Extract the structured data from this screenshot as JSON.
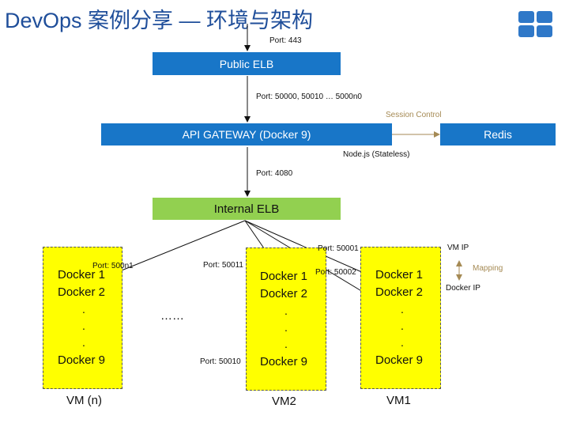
{
  "title": "DevOps 案例分享 — 环境与架构",
  "logo_icon": "windows-tiles-icon",
  "colors": {
    "title": "#1f4e9a",
    "blue_box": "#1876c8",
    "green_box": "#92d050",
    "vm_fill": "#ffff00",
    "annotation": "#a58a54"
  },
  "ports": {
    "top": "Port: 443",
    "gateway_in": "Port: 50000, 50010 … 5000n0",
    "gateway_out": "Port: 4080",
    "p50001": "Port: 50001",
    "p500n1": "Port: 500n1",
    "p50011": "Port: 50011",
    "p50002": "Port: 50002",
    "p50010": "Port: 50010"
  },
  "nodes": {
    "public_elb": "Public ELB",
    "api_gateway": "API GATEWAY (Docker 9)",
    "redis": "Redis",
    "internal_elb": "Internal ELB"
  },
  "annotations": {
    "session_control": "Session Control",
    "nodejs": "Node.js (Stateless)",
    "vm_ip": "VM IP",
    "mapping": "Mapping",
    "docker_ip": "Docker IP",
    "ellipsis": "……"
  },
  "vms": [
    {
      "label": "VM (n)",
      "d1": "Docker 1",
      "d2": "Docker 2",
      "dots": ".",
      "d9": "Docker 9"
    },
    {
      "label": "VM2",
      "d1": "Docker 1",
      "d2": "Docker 2",
      "dots": ".",
      "d9": "Docker 9"
    },
    {
      "label": "VM1",
      "d1": "Docker 1",
      "d2": "Docker 2",
      "dots": ".",
      "d9": "Docker 9"
    }
  ]
}
